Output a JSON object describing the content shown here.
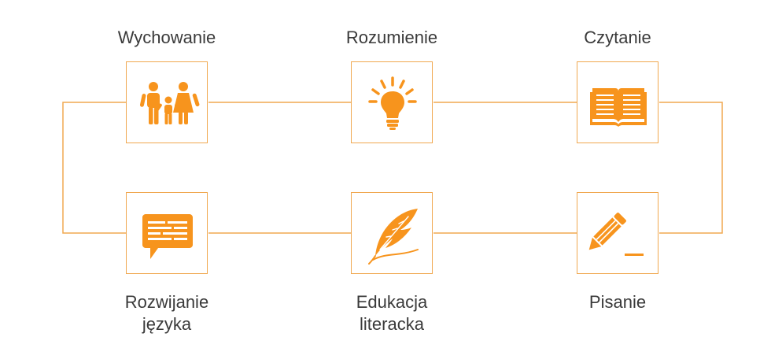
{
  "colors": {
    "accent": "#f7941d",
    "line": "#f0a850",
    "text": "#3a3a3a"
  },
  "nodes": [
    {
      "id": "wychowanie",
      "lines": [
        "Wychowanie"
      ],
      "icon": "family-icon"
    },
    {
      "id": "rozumienie",
      "lines": [
        "Rozumienie"
      ],
      "icon": "lightbulb-icon"
    },
    {
      "id": "czytanie",
      "lines": [
        "Czytanie"
      ],
      "icon": "open-book-icon"
    },
    {
      "id": "rozwijanie",
      "lines": [
        "Rozwijanie",
        "języka"
      ],
      "icon": "speech-bubble-icon"
    },
    {
      "id": "edukacja",
      "lines": [
        "Edukacja",
        "literacka"
      ],
      "icon": "quill-icon"
    },
    {
      "id": "pisanie",
      "lines": [
        "Pisanie"
      ],
      "icon": "pencil-icon"
    }
  ]
}
